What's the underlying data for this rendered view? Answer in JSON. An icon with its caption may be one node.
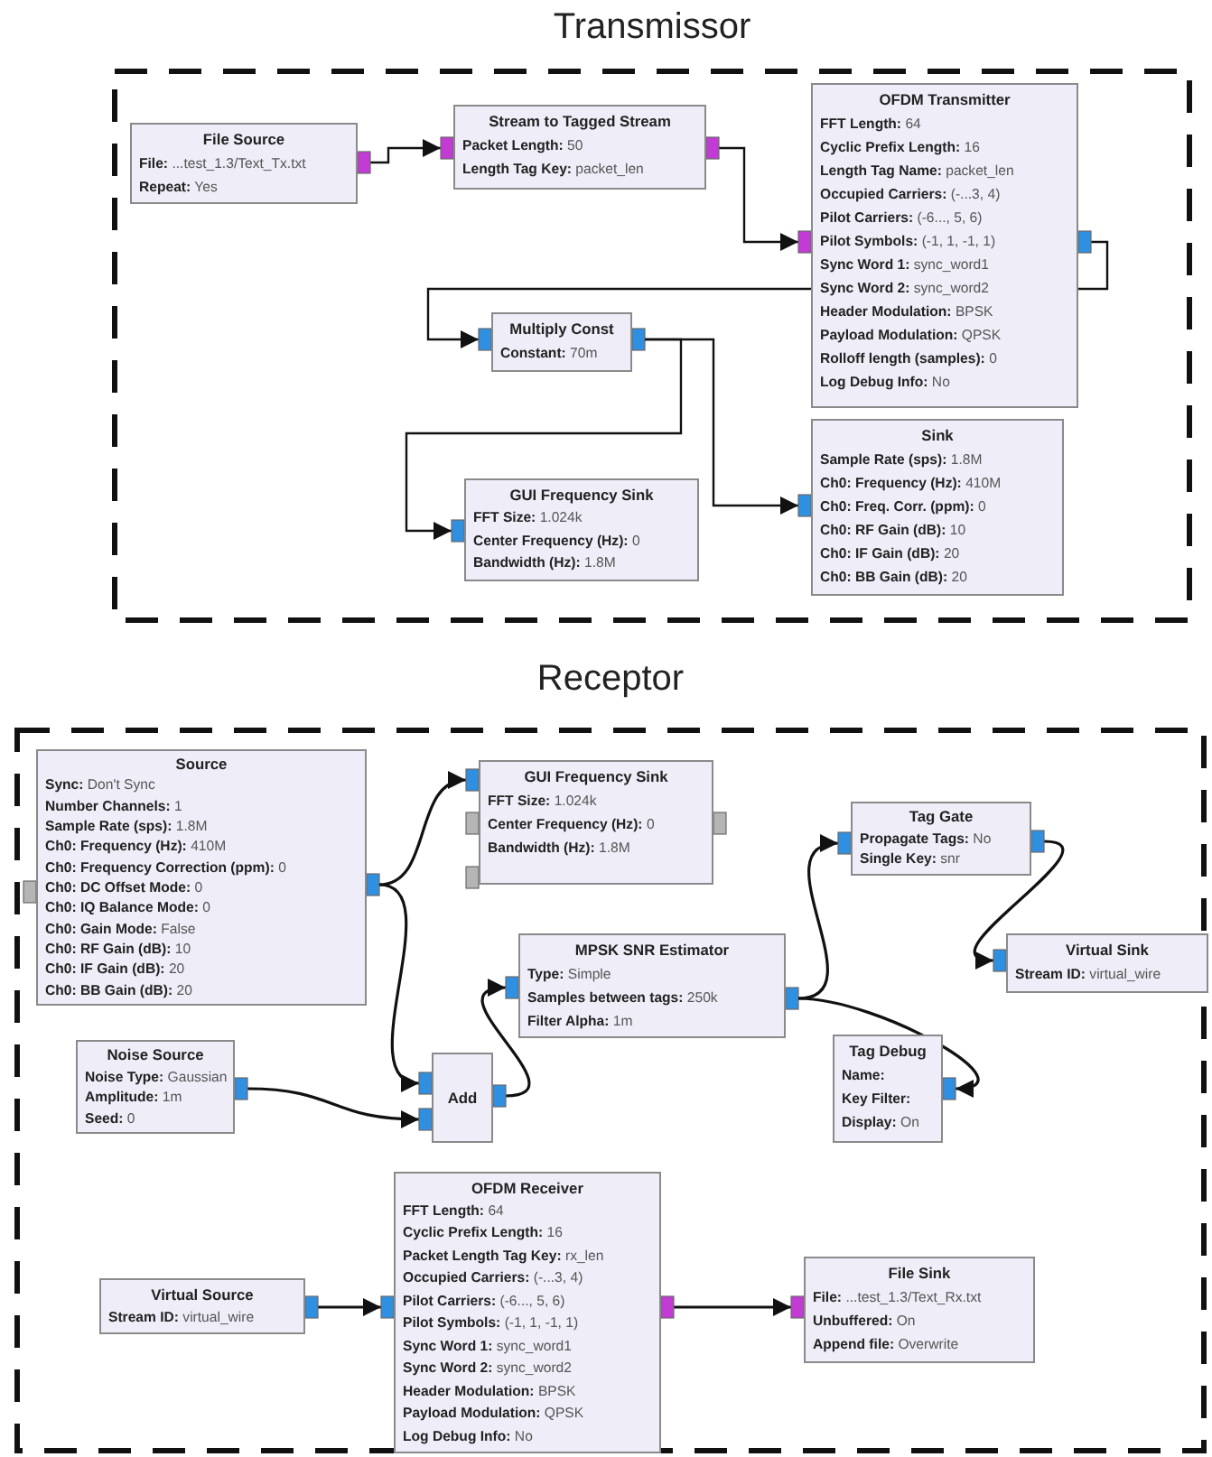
{
  "diagram": {
    "nodes": [
      {
        "text": [
          "Transmissor"
        ]
      },
      {
        "text": [
          "File Source",
          "**File:** ...test_1.3/Text_Tx.txt",
          "**Repeat:** Yes"
        ],
        "in": 0
      },
      {
        "text": [
          "Stream to Tagged Stream",
          "**Packet Length:** 50",
          "**Length Tag Key:** packet_len"
        ],
        "in": 0
      },
      {
        "text": [
          "OFDM Transmitter",
          "**FFT Length:** 64",
          "**Cyclic Prefix Length:** 16",
          "**Length Tag Name:** packet_len",
          "**Occupied Carriers:** (-...3, 4)",
          "**Pilot Carriers:** (-6..., 5, 6)",
          "**Pilot Symbols:** (-1, 1, -1, 1)",
          "**Sync Word 1:** sync_word1",
          "**Sync Word 2:** sync_word2",
          "**Header Modulation:** BPSK",
          "**Payload Modulation:** QPSK",
          "**Rolloff length (samples):** 0",
          "**Log Debug Info:** No"
        ],
        "in": 0
      },
      {
        "text": [
          "Multiply Const",
          "**Constant:** 70m"
        ],
        "in": 0
      },
      {
        "text": [
          "GUI Frequency Sink",
          "**FFT Size:** 1.024k",
          "**Center Frequency (Hz):** 0",
          "**Bandwidth (Hz):** 1.8M"
        ],
        "in": 0
      },
      {
        "text": [
          "Sink",
          "**Sample Rate (sps):** 1.8M",
          "**Ch0: Frequency (Hz):** 410M",
          "**Ch0: Freq. Corr. (ppm):** 0",
          "**Ch0: RF Gain (dB):** 10",
          "**Ch0: IF Gain (dB):** 20",
          "**Ch0: BB Gain (dB):** 20"
        ],
        "in": 0
      },
      {
        "text": [
          "Receptor"
        ]
      },
      {
        "text": [
          "Source",
          "**Sync:** Don't Sync",
          "**Number Channels:** 1",
          "**Sample Rate (sps):** 1.8M",
          "**Ch0: Frequency (Hz):** 410M",
          "**Ch0: Frequency Correction (ppm):** 0",
          "**Ch0: DC Offset Mode:** 0",
          "**Ch0: IQ Balance Mode:** 0",
          "**Ch0: Gain Mode:** False",
          "**Ch0: RF Gain (dB):** 10",
          "**Ch0: IF Gain (dB):** 20",
          "**Ch0: BB Gain (dB):** 20"
        ],
        "in": 7
      },
      {
        "text": [
          "GUI Frequency Sink",
          "**FFT Size:** 1.024k",
          "**Center Frequency (Hz):** 0",
          "**Bandwidth (Hz):** 1.8M"
        ],
        "in": 7
      },
      {
        "text": [
          "Tag Gate",
          "**Propagate Tags:** No",
          "**Single Key:** snr"
        ],
        "in": 7
      },
      {
        "text": [
          "MPSK SNR Estimator",
          "**Type:** Simple",
          "**Samples between tags:** 250k",
          "**Filter Alpha:** 1m"
        ],
        "in": 7
      },
      {
        "text": [
          "Virtual Sink",
          "**Stream ID:** virtual_wire"
        ],
        "in": 7
      },
      {
        "text": [
          "Noise Source",
          "**Noise Type:** Gaussian",
          "**Amplitude:** 1m",
          "**Seed:** 0"
        ],
        "in": 7
      },
      {
        "text": [
          "Add"
        ],
        "in": 7
      },
      {
        "text": [
          "Tag Debug",
          "**Name:**",
          "**Key Filter:**",
          "**Display:** On"
        ],
        "in": 7
      },
      {
        "text": [
          "Virtual Source",
          "**Stream ID:** virtual_wire"
        ],
        "in": 7
      },
      {
        "text": [
          "OFDM Receiver",
          "**FFT Length:** 64",
          "**Cyclic Prefix Length:** 16",
          "**Packet Length Tag Key:** rx_len",
          "**Occupied Carriers:** (-...3, 4)",
          "**Pilot Carriers:** (-6..., 5, 6)",
          "**Pilot Symbols:** (-1, 1, -1, 1)",
          "**Sync Word 1:** sync_word1",
          "**Sync Word 2:** sync_word2",
          "**Header Modulation:** BPSK",
          "**Payload Modulation:** QPSK",
          "**Log Debug Info:** No"
        ],
        "in": 7
      },
      {
        "text": [
          "File Sink",
          "**File:** ...test_1.3/Text_Rx.txt",
          "**Unbuffered:** On",
          "**Append file:** Overwrite"
        ],
        "in": 7
      }
    ],
    "edges": [
      {
        "from": 1,
        "to": 2,
        "arrow": "to"
      },
      {
        "from": 2,
        "to": 3,
        "arrow": "to"
      },
      {
        "from": 3,
        "to": 4,
        "arrow": "to"
      },
      {
        "from": 4,
        "to": 5,
        "arrow": "to"
      },
      {
        "from": 4,
        "to": 6,
        "arrow": "to"
      },
      {
        "from": 8,
        "to": 9,
        "arrow": "to"
      },
      {
        "from": 8,
        "to": 14,
        "arrow": "to"
      },
      {
        "from": 13,
        "to": 14,
        "arrow": "to"
      },
      {
        "from": 14,
        "to": 11,
        "arrow": "to"
      },
      {
        "from": 11,
        "to": 10,
        "arrow": "to"
      },
      {
        "from": 11,
        "to": 15,
        "arrow": "to"
      },
      {
        "from": 10,
        "to": 12,
        "arrow": "to"
      },
      {
        "from": 16,
        "to": 17,
        "arrow": "to"
      },
      {
        "from": 17,
        "to": 18,
        "arrow": "to"
      }
    ]
  }
}
